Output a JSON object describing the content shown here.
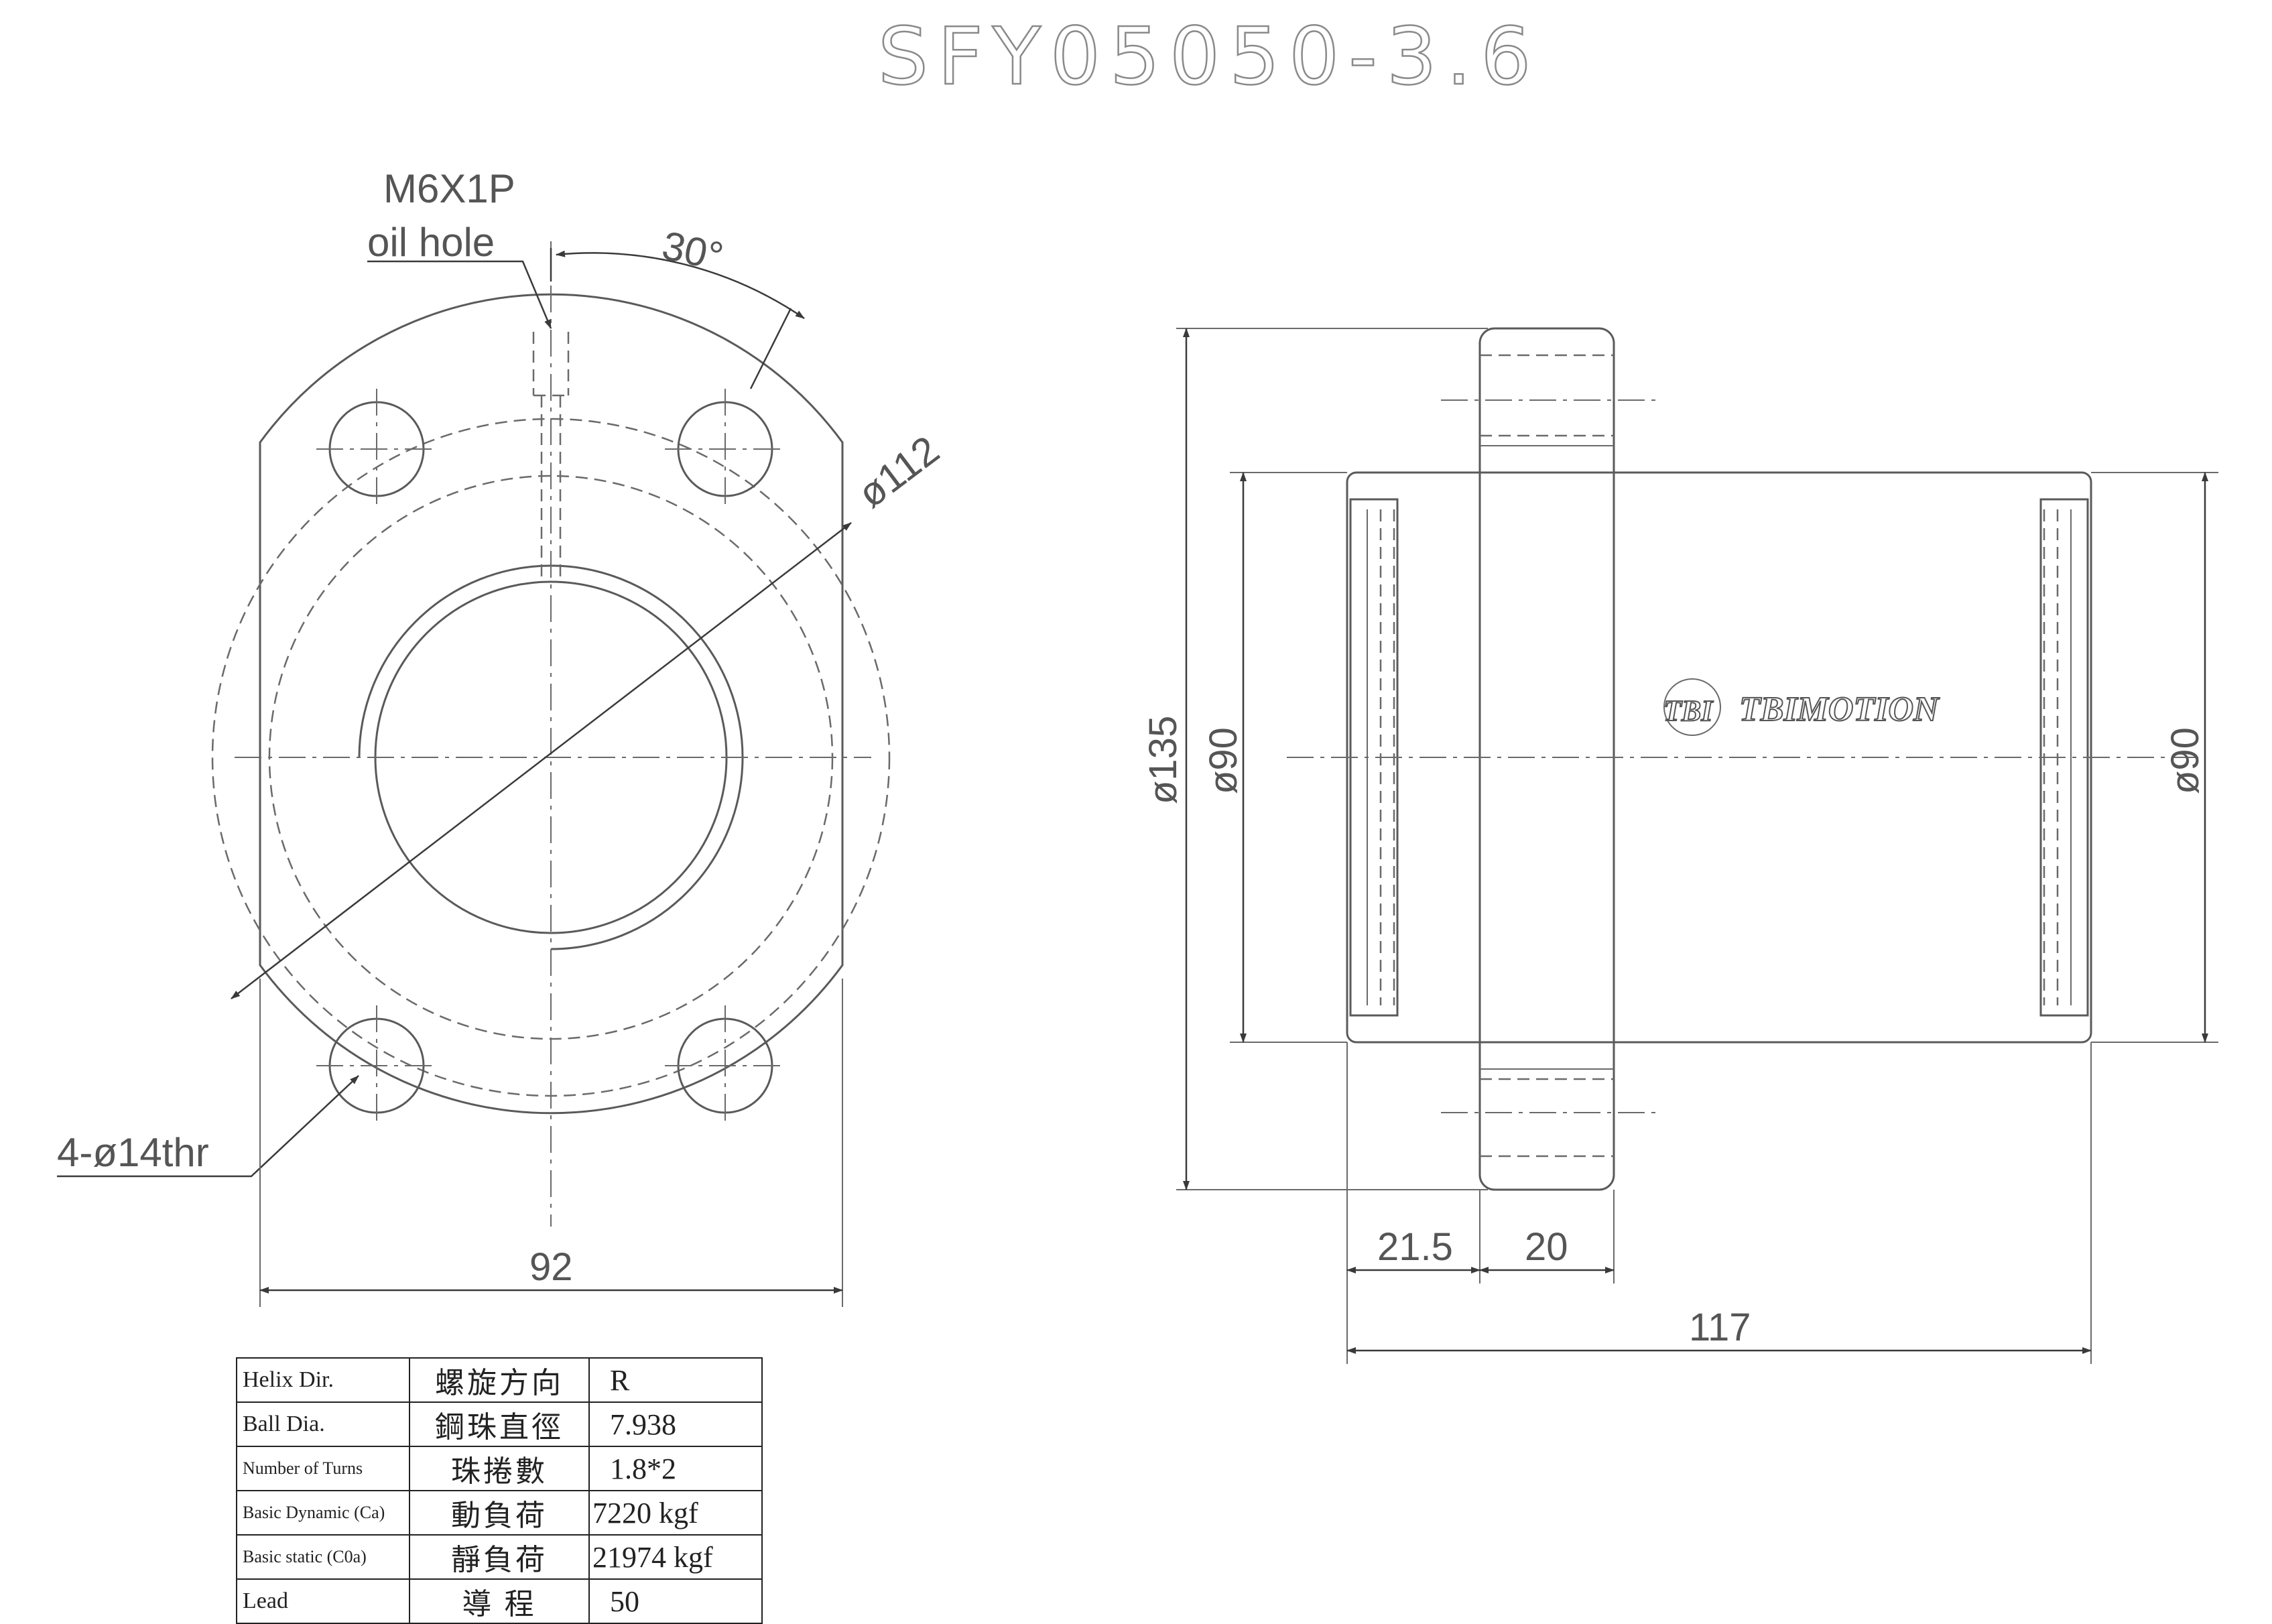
{
  "title": "SFY05050-3.6",
  "annotations": {
    "thread": "M6X1P",
    "oil_hole": "oil hole",
    "angle": "30°",
    "pcd": "ø112",
    "holes": "4-ø14thr",
    "width": "92",
    "flange_dia": "ø135",
    "body_dia_left": "ø90",
    "body_dia_right": "ø90",
    "len_a": "21.5",
    "len_b": "20",
    "len_total": "117"
  },
  "logo": {
    "mark": "TBI",
    "brand": "TBIMOTION"
  },
  "spec_table": {
    "rows": [
      {
        "en": "Helix  Dir.",
        "zh": "螺旋方向",
        "value": "R"
      },
      {
        "en": "Ball Dia.",
        "zh": "鋼珠直徑",
        "value": "7.938"
      },
      {
        "en": "Number of Turns",
        "zh": "珠捲數",
        "value": "1.8*2"
      },
      {
        "en": "Basic Dynamic (Ca)",
        "zh": "動負荷",
        "value": "7220   kgf"
      },
      {
        "en": "Basic static (C0a)",
        "zh": "靜負荷",
        "value": "21974 kgf"
      },
      {
        "en": "Lead",
        "zh": "導  程",
        "value": "50"
      }
    ]
  }
}
